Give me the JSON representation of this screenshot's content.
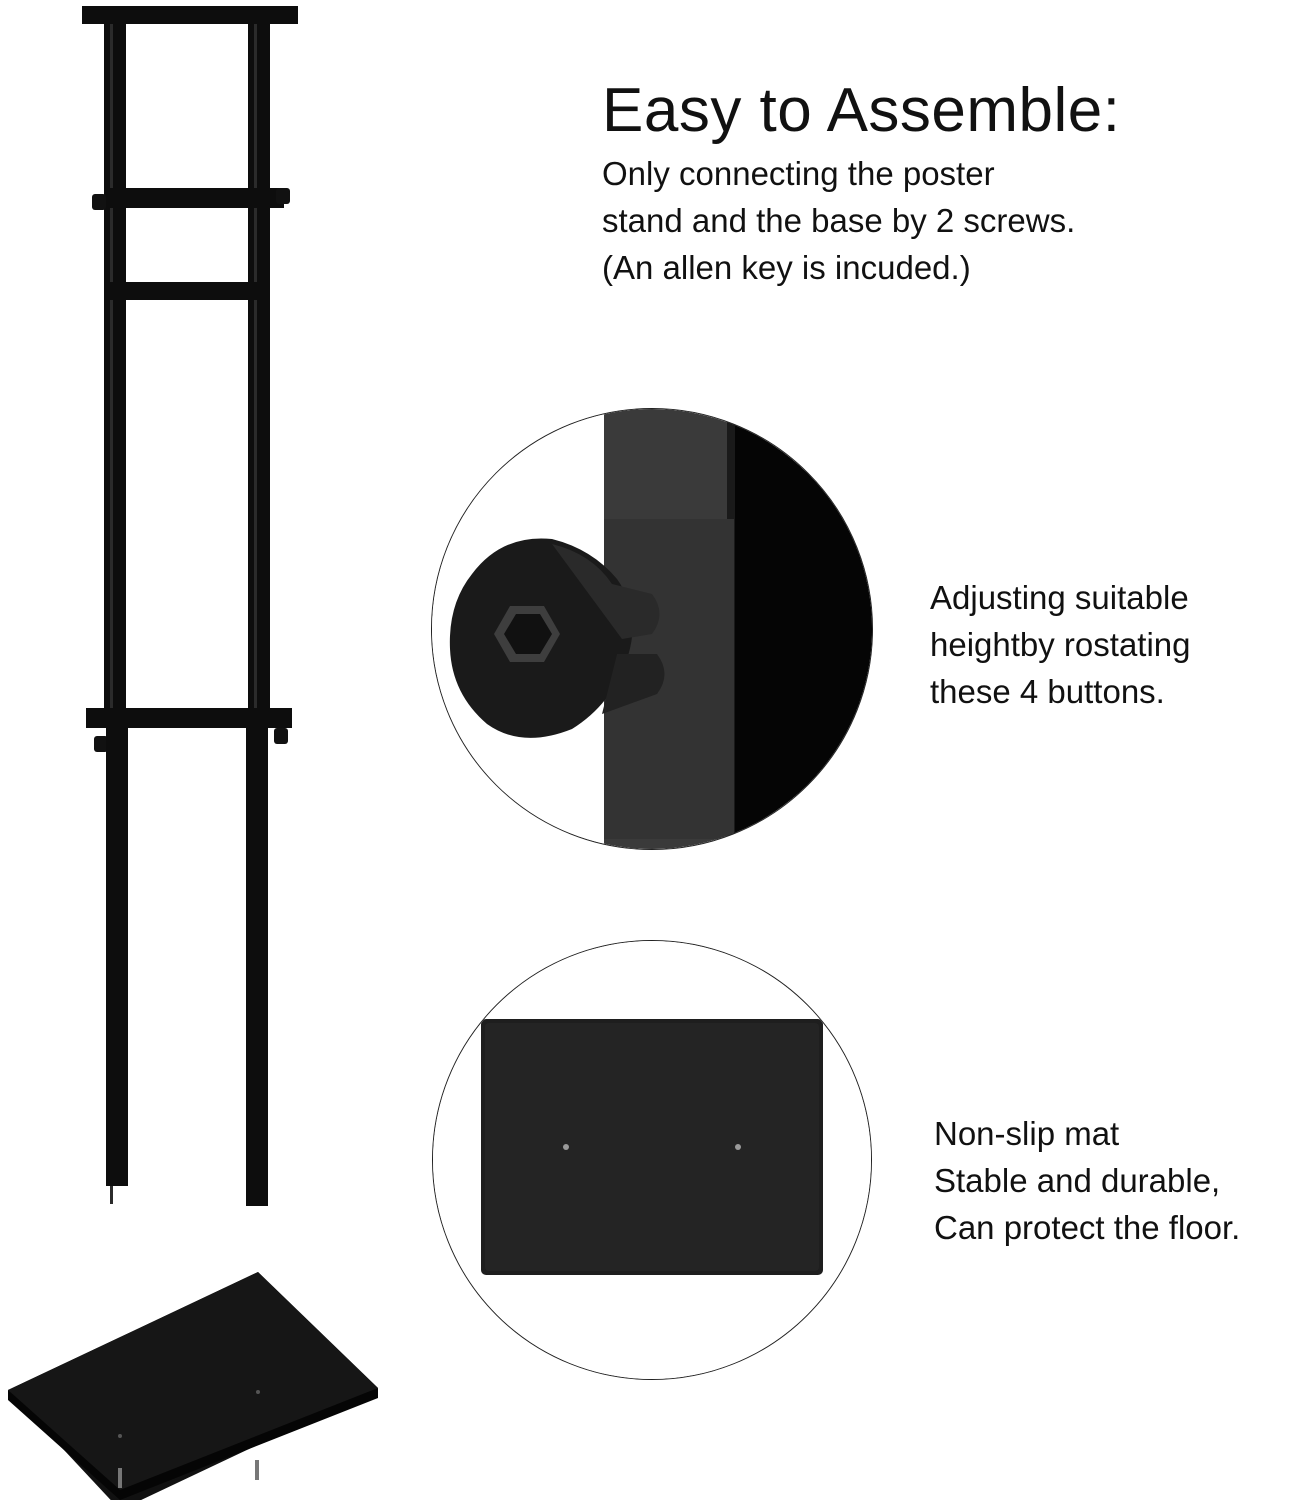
{
  "heading": "Easy to Assemble:",
  "assemble_lines": [
    "Only connecting the poster",
    "stand and the base by 2 screws.",
    "(An allen key is incuded.)"
  ],
  "knob_caption_lines": [
    "Adjusting suitable",
    "heightby rostating",
    "these 4 buttons."
  ],
  "mat_caption_lines": [
    "Non-slip mat",
    "Stable and durable,",
    "Can protect the floor."
  ],
  "colors": {
    "frame": "#0d0d0d",
    "background": "#ffffff",
    "text": "#111111",
    "panel_grey": "#3a3a3a"
  },
  "icons": [
    "poster-stand-illustration",
    "adjust-knob-closeup",
    "base-plate-closeup"
  ]
}
